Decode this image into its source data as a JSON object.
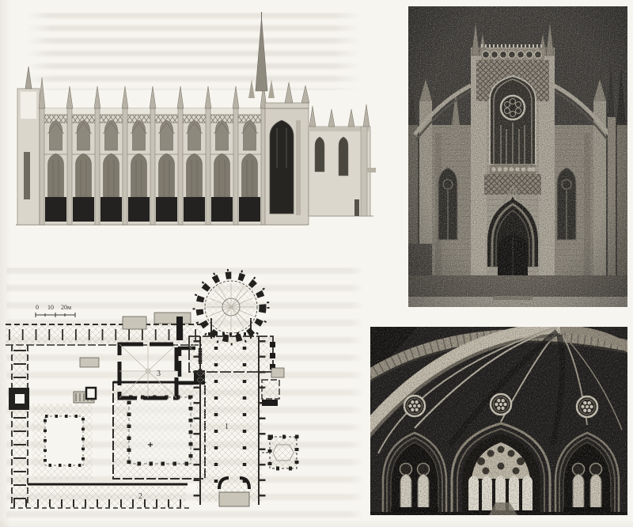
{
  "page": {
    "background_color": "#f7f5ef",
    "ink_color": "#2f2d29",
    "photo_sky_color": "#44413d",
    "photo_stone_color": "#a9a396",
    "photo_shadow_color": "#1b1a18"
  },
  "plan": {
    "scale_bar": {
      "tick_0": "0",
      "tick_mid": "10",
      "tick_end": "20м"
    },
    "room_labels": {
      "label_1": "1",
      "label_2": "2",
      "label_3": "3"
    }
  }
}
